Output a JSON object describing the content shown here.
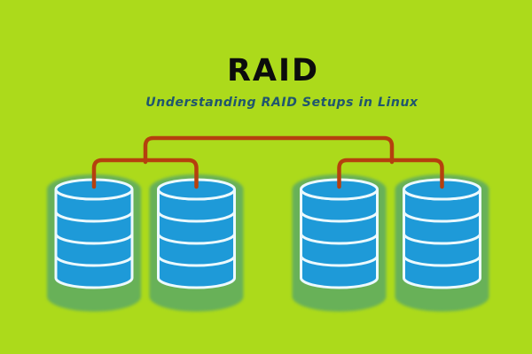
{
  "header": {
    "title": "RAID",
    "subtitle": "Understanding RAID Setups in Linux"
  },
  "colors": {
    "background": "#acda1b",
    "title_text": "#0c0c0c",
    "subtitle_text": "#20566e",
    "link_red": "#b5400e",
    "disk_blue": "#1e9ad8",
    "disk_shadow_green": "#68b158",
    "disk_outline": "#ecf9fd"
  },
  "diagram": {
    "type": "raid-topology",
    "disk_count": 4,
    "disk_segments_per_cylinder": 4,
    "groups": [
      {
        "name": "disk-pair-1",
        "disks": [
          "disk-1",
          "disk-2"
        ]
      },
      {
        "name": "disk-pair-2",
        "disks": [
          "disk-3",
          "disk-4"
        ]
      }
    ],
    "links": [
      "disk-1 and disk-2 joined by bracket",
      "disk-3 and disk-4 joined by bracket",
      "both pairs joined by top bracket"
    ]
  }
}
